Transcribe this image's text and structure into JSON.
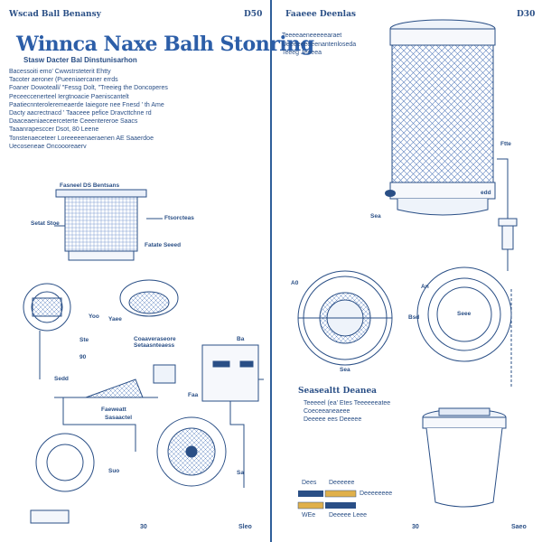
{
  "left_page": {
    "header_left": "Wscad Ball Benansy",
    "header_page": "D50",
    "title": "Winnca Naxe Balh Stonring",
    "subtitle": "Stasw Dacter Bal Dinstunisarhon",
    "bullets": [
      "Bacessoiti emo' Cwwstrsteterit Ehtty",
      "Tacoter aeroner (Pueeniaercaner errds",
      "Foaner Dowoteall/ \"Fessg Dolt, \"Treeieg the Doncoperes",
      "Peceeccenerteel Iergtnoacie Paeniscantelt",
      "Paatiecnnteroleremeaerde Iaiegore nee Fnesd ' th Ame",
      "Dacty aacrectnacd ' Taaceee pefice Dravcttchne rd",
      "Daaceaeniaeceerceterte Ceeentereroe Saacs",
      "Taaanrapesccer Dsot, 80 Leene",
      "Tonstenaeceteer Loreeeeenaeraenen AE Saaerdoe",
      "Uecoseneae Oncoooreaerv"
    ],
    "labels": {
      "top_unit": "Fasneel  DS Bentsans",
      "left_a": "Setat Stoe",
      "right_a": "Ftsorcteas",
      "right_b": "Fatate Seeed",
      "mid_a": "Yaee",
      "mid_b": "Yoo",
      "mid_c": "Ste",
      "mid_d": "90",
      "flow_a": "Coaaveraseore Setaasnteaess",
      "bottom_a": "Sedd",
      "bottom_b": "Faeweatt",
      "bottom_c": "Sasaactel",
      "bottom_d": "Faa",
      "bottom_e": "Suo",
      "box_a": "Ba",
      "box_b": "Sa"
    },
    "page_number": "30",
    "footer_right": "Sleo"
  },
  "right_page": {
    "header_left": "Faaeee  Deenlas",
    "header_page": "D30",
    "bullets": [
      "Teeeeaeneeeeearaet",
      "Ueeeeeeeeenantenloseda",
      "Teeeg Jeeeea"
    ],
    "labels": {
      "filter_a": "Ftte",
      "filter_b": "edd",
      "filter_c": "Sea",
      "ring_a": "A0",
      "ring_b": "An",
      "ring_c": "Seee",
      "ring_d": "Bsd",
      "ring_e": "Sea"
    },
    "section_title": "Seasealtt Deanea",
    "paragraph": [
      "Teeeeel (ea' Etes Teeeeeeatee",
      "Coeceeaneaeee",
      "Deeeee ees Deeeee"
    ],
    "legend": [
      {
        "label": "Dees",
        "value": "Deeeeee"
      },
      {
        "label": "",
        "value": "Deeeeeeee"
      },
      {
        "label": "WEe",
        "value": "Deeeee Leee"
      }
    ],
    "page_number": "30",
    "footer_right": "Saeo"
  },
  "colors": {
    "ink": "#2a4f86",
    "title": "#2c5ea8",
    "divider": "#2f5f9a"
  }
}
